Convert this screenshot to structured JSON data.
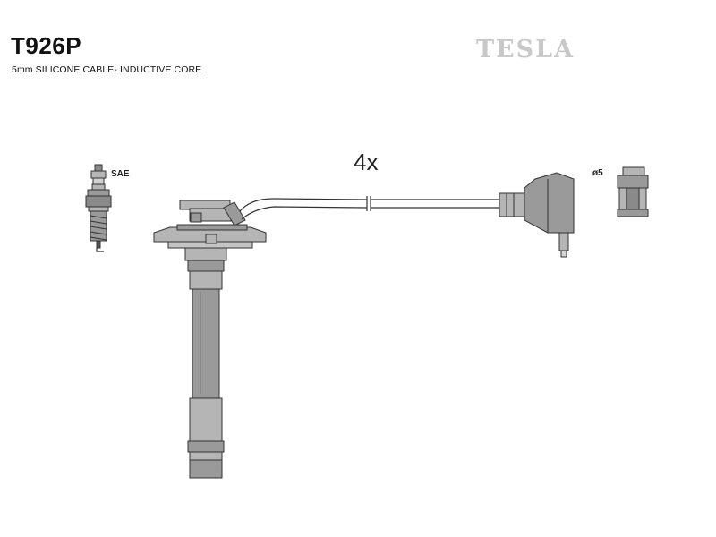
{
  "header": {
    "part_number": "T926P",
    "subtitle": "5mm SILICONE CABLE- INDUCTIVE CORE",
    "brand": "TESLA"
  },
  "diagram": {
    "quantity_label": "4x",
    "spark_plug_label": "SAE",
    "terminal_label": "ø5"
  },
  "colors": {
    "part_fill": "#b5b5b5",
    "part_dark": "#8a8a8a",
    "outline": "#333333",
    "brand": "#c8c8c8"
  }
}
